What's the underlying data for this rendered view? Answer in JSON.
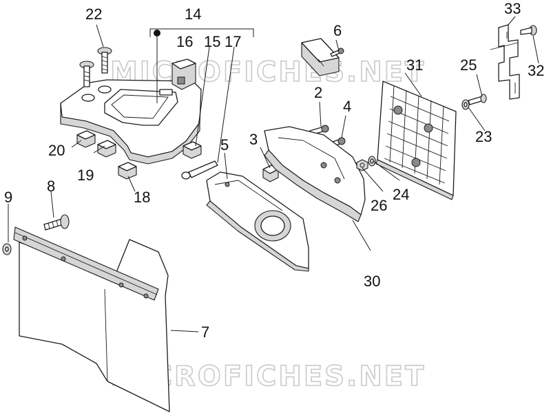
{
  "watermark": {
    "text": "MICROFICHES.NET"
  },
  "callouts": {
    "p2": "2",
    "p3": "3",
    "p4": "4",
    "p5": "5",
    "p6": "6",
    "p7": "7",
    "p8": "8",
    "p9": "9",
    "p14": "14",
    "p15": "15",
    "p16": "16",
    "p17": "17",
    "p18": "18",
    "p19": "19",
    "p20": "20",
    "p22": "22",
    "p23": "23",
    "p24": "24",
    "p25": "25",
    "p26": "26",
    "p30": "30",
    "p31": "31",
    "p32": "32",
    "p33": "33"
  }
}
